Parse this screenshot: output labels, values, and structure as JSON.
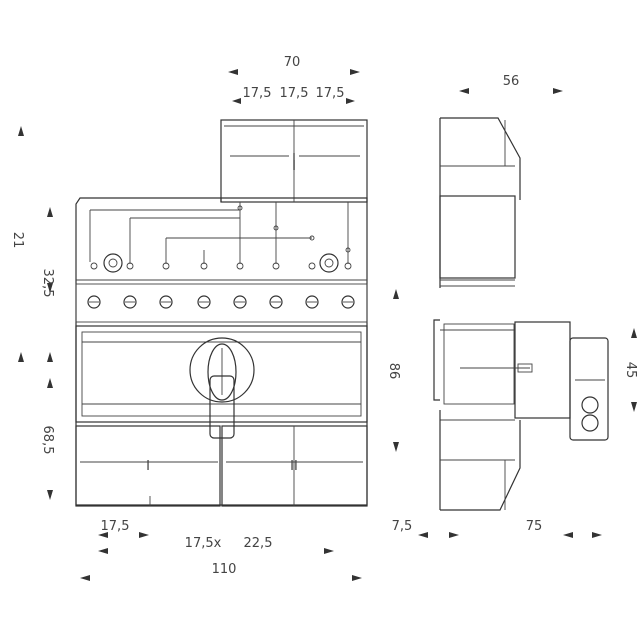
{
  "diagram": {
    "front_view": {
      "dims_top": [
        "70",
        "17,5",
        "17,5",
        "17,5"
      ],
      "dims_left": [
        "21",
        "32,5",
        "68,5"
      ],
      "dims_right": [
        "86"
      ],
      "dims_bottom": [
        "17,5",
        "17,5x",
        "22,5",
        "110"
      ],
      "position_marks": [
        "I",
        "I",
        "II"
      ]
    },
    "side_view": {
      "dims_top": [
        "56"
      ],
      "dims_right": [
        "45"
      ],
      "dims_bottom": [
        "7,5",
        "75"
      ]
    }
  }
}
